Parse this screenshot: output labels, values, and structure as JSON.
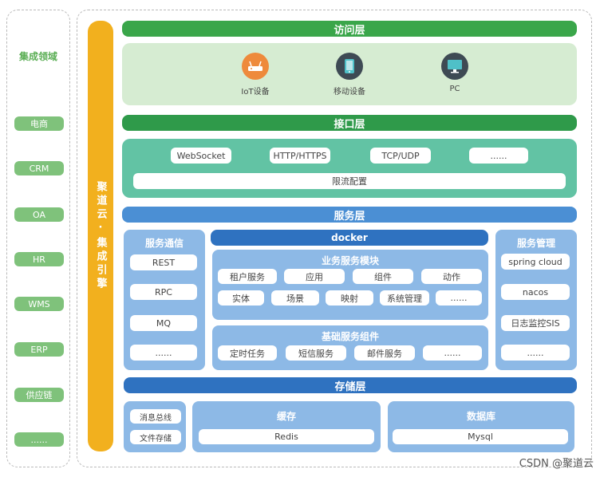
{
  "left_panel": {
    "title": "集成领域",
    "items": [
      "电商",
      "CRM",
      "OA",
      "HR",
      "WMS",
      "ERP",
      "供应链",
      "......"
    ]
  },
  "engine": {
    "text": "聚道云·集成引擎"
  },
  "access_layer": {
    "title": "访问层",
    "devices": [
      {
        "label": "IoT设备",
        "icon": "router-icon"
      },
      {
        "label": "移动设备",
        "icon": "mobile-icon"
      },
      {
        "label": "PC",
        "icon": "monitor-icon"
      }
    ]
  },
  "interface_layer": {
    "title": "接口层",
    "protocols": [
      "WebSocket",
      "HTTP/HTTPS",
      "TCP/UDP",
      "......"
    ],
    "rate_limit": "限流配置"
  },
  "service_layer": {
    "title": "服务层",
    "comm": {
      "title": "服务通信",
      "items": [
        "REST",
        "RPC",
        "MQ",
        "......"
      ]
    },
    "docker": "docker",
    "business": {
      "title": "业务服务模块",
      "row1": [
        "租户服务",
        "应用",
        "组件",
        "动作"
      ],
      "row2": [
        "实体",
        "场景",
        "映射",
        "系统管理",
        "......"
      ]
    },
    "basic": {
      "title": "基础服务组件",
      "items": [
        "定时任务",
        "短信服务",
        "邮件服务",
        "......"
      ]
    },
    "mgmt": {
      "title": "服务管理",
      "items": [
        "spring cloud",
        "nacos",
        "日志监控SIS",
        "......"
      ]
    }
  },
  "storage_layer": {
    "title": "存储层",
    "misc": [
      "消息总线",
      "文件存储"
    ],
    "cache": {
      "title": "缓存",
      "item": "Redis"
    },
    "db": {
      "title": "数据库",
      "item": "Mysql"
    }
  },
  "watermark": "CSDN @聚道云",
  "colors": {
    "green_dark": "#3aa64a",
    "green_light": "#d6ecd2",
    "teal": "#62c3a4",
    "blue": "#4b8fd4",
    "blue_light": "#8db9e6",
    "blue_dark": "#2f72c0",
    "orange": "#f2b01e"
  }
}
